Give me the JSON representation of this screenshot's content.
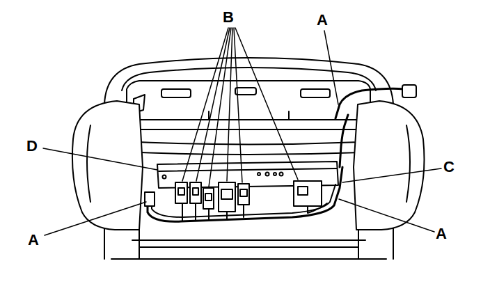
{
  "diagram": {
    "labels": [
      "B",
      "A",
      "D",
      "C",
      "A",
      "A"
    ]
  }
}
